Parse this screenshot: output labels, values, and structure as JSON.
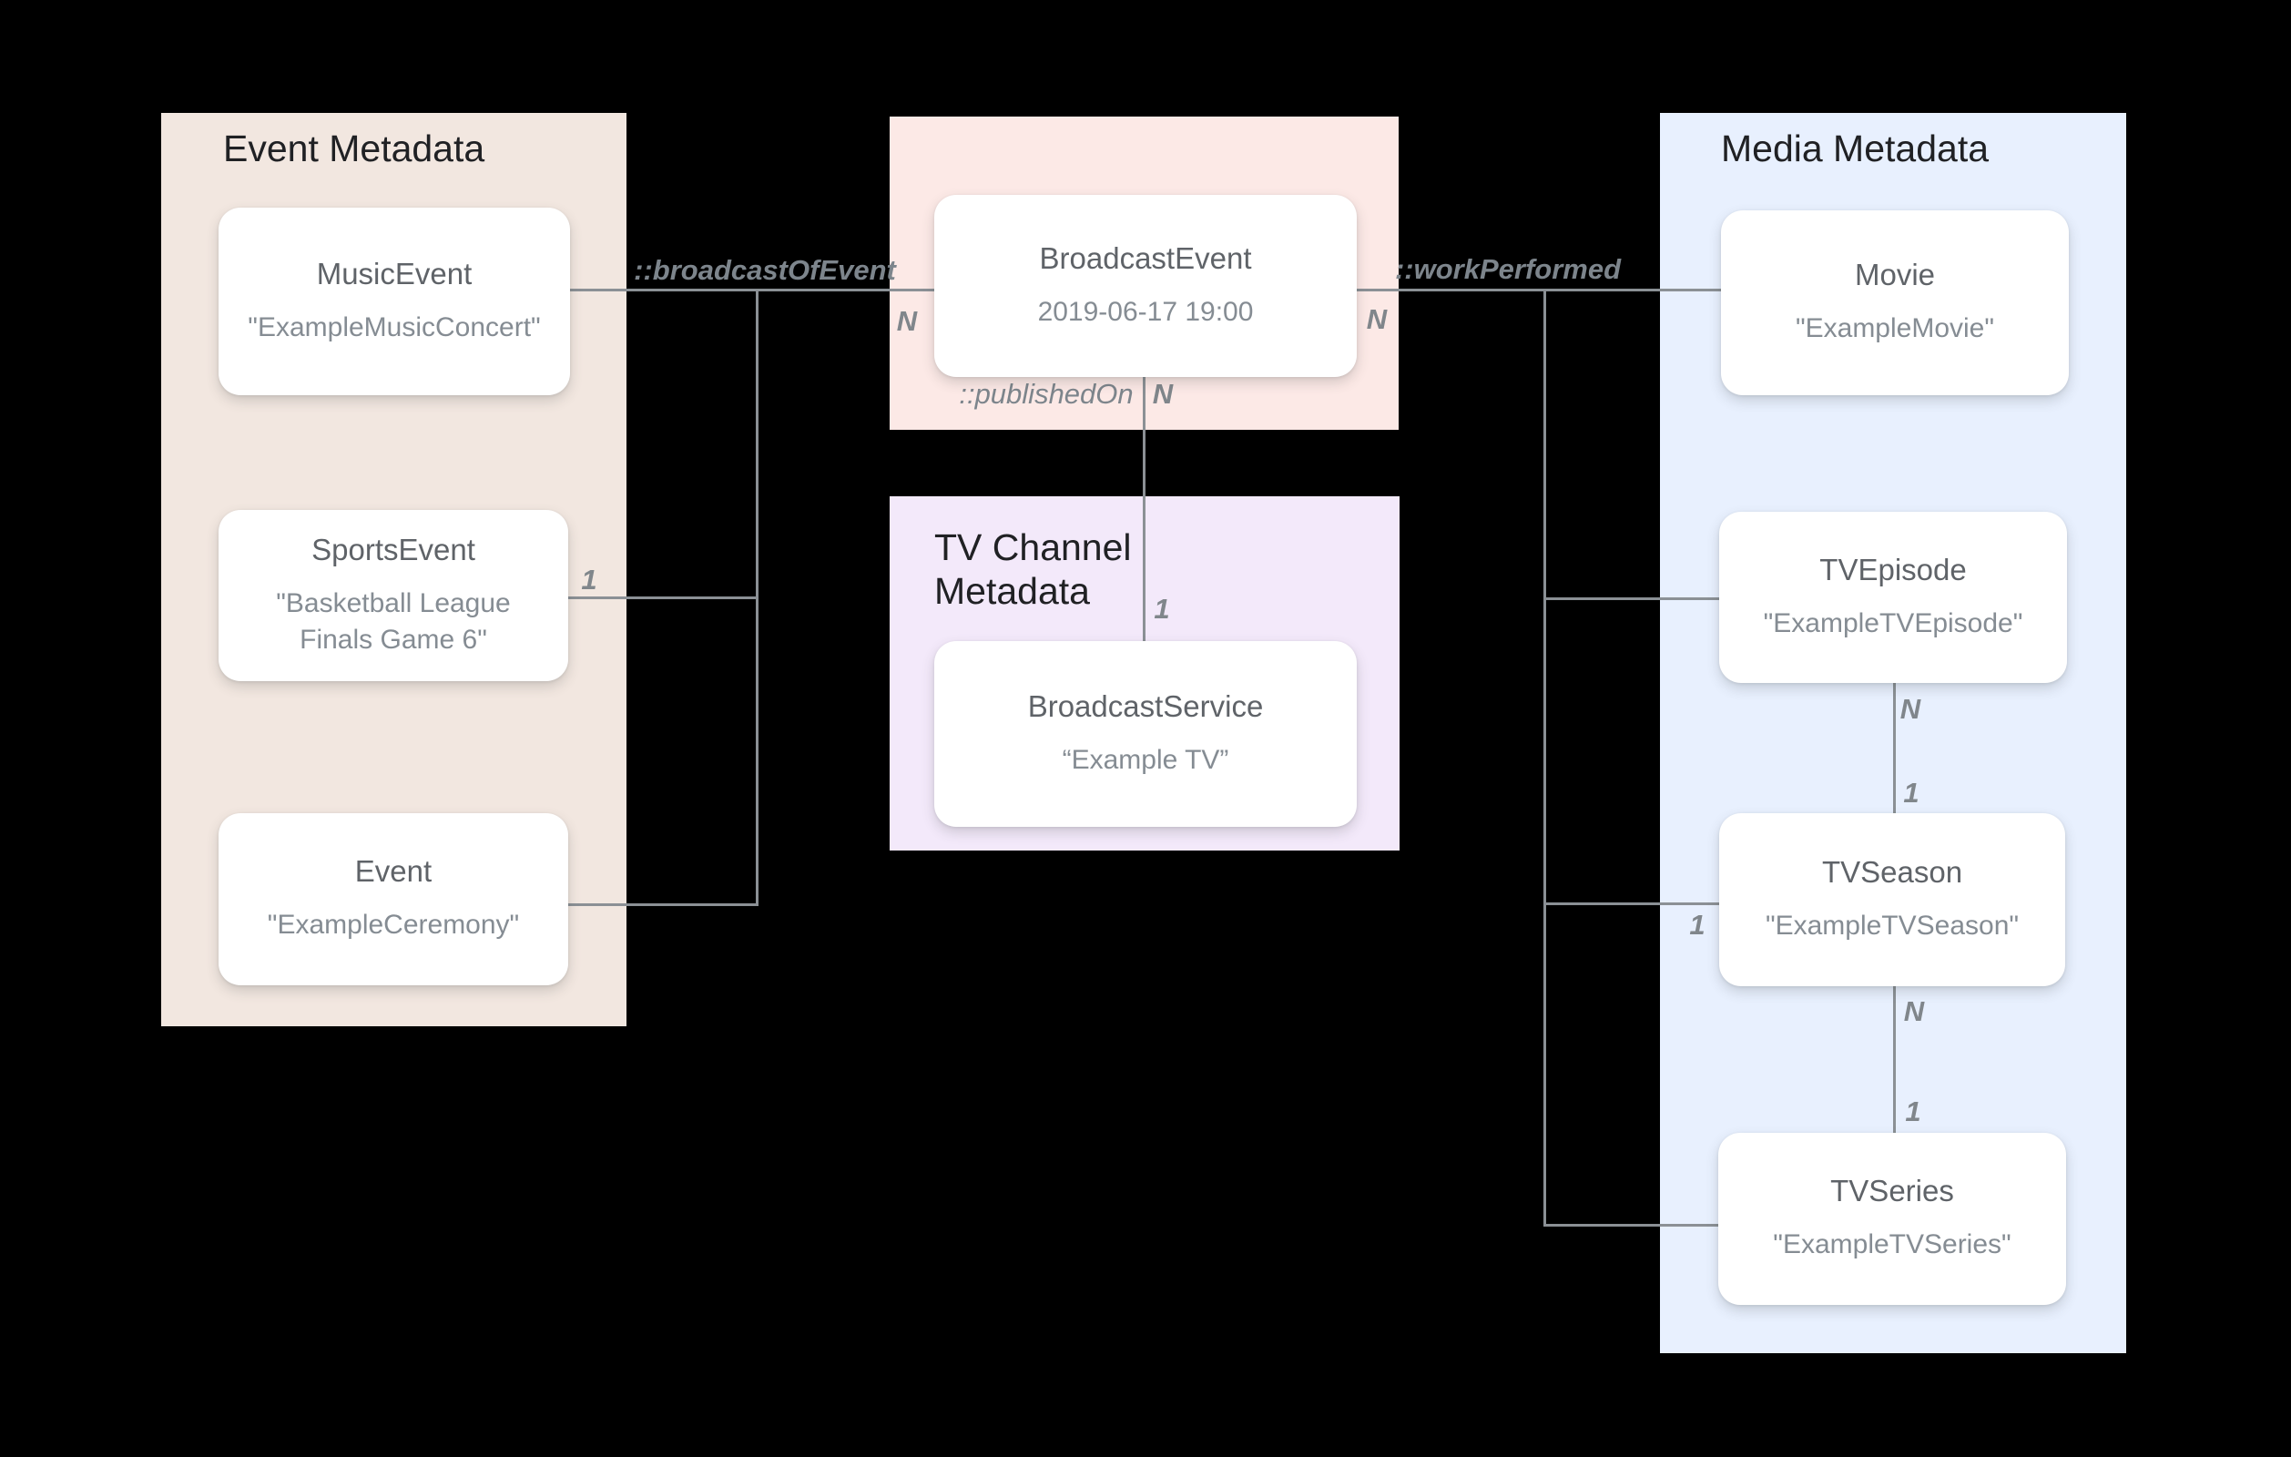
{
  "panels": {
    "event_metadata": {
      "title": "Event Metadata"
    },
    "tv_channel_metadata": {
      "title": "TV Channel Metadata"
    },
    "media_metadata": {
      "title": "Media Metadata"
    }
  },
  "cards": {
    "music_event": {
      "title": "MusicEvent",
      "subtitle": "\"ExampleMusicConcert\""
    },
    "sports_event": {
      "title": "SportsEvent",
      "subtitle": "\"Basketball League Finals Game 6\""
    },
    "event": {
      "title": "Event",
      "subtitle": "\"ExampleCeremony\""
    },
    "broadcast_event": {
      "title": "BroadcastEvent",
      "subtitle": "2019-06-17 19:00"
    },
    "broadcast_service": {
      "title": "BroadcastService",
      "subtitle": "“Example TV”"
    },
    "movie": {
      "title": "Movie",
      "subtitle": "\"ExampleMovie\""
    },
    "tv_episode": {
      "title": "TVEpisode",
      "subtitle": "\"ExampleTVEpisode\""
    },
    "tv_season": {
      "title": "TVSeason",
      "subtitle": "\"ExampleTVSeason\""
    },
    "tv_series": {
      "title": "TVSeries",
      "subtitle": "\"ExampleTVSeries\""
    }
  },
  "edges": {
    "broadcast_of_event": {
      "label": "::broadcastOfEvent"
    },
    "work_performed": {
      "label": "::workPerformed"
    },
    "published_on": {
      "label": "::publishedOn"
    },
    "cardinalities": [
      {
        "id": "broadcast-of-event-n",
        "text": "N"
      },
      {
        "id": "work-performed-n",
        "text": "N"
      },
      {
        "id": "published-on-n",
        "text": "N"
      },
      {
        "id": "published-on-1",
        "text": "1"
      },
      {
        "id": "sports-event-1",
        "text": "1"
      },
      {
        "id": "tv-season-1",
        "text": "1"
      },
      {
        "id": "episode-season-n",
        "text": "N"
      },
      {
        "id": "episode-season-1",
        "text": "1"
      },
      {
        "id": "season-series-n",
        "text": "N"
      },
      {
        "id": "season-series-1",
        "text": "1"
      }
    ]
  },
  "colors": {
    "background": "#000000",
    "event_panel": "#F2E7E0",
    "broadcast_panel": "#FCE9E6",
    "tv_channel_panel": "#F3E9FA",
    "media_panel": "#E8F0FE",
    "card_bg": "#FFFFFF",
    "line": "#8B9095",
    "label": "#80868B",
    "panel_title": "#202124",
    "card_title": "#5F6368",
    "card_subtitle": "#858C93"
  }
}
